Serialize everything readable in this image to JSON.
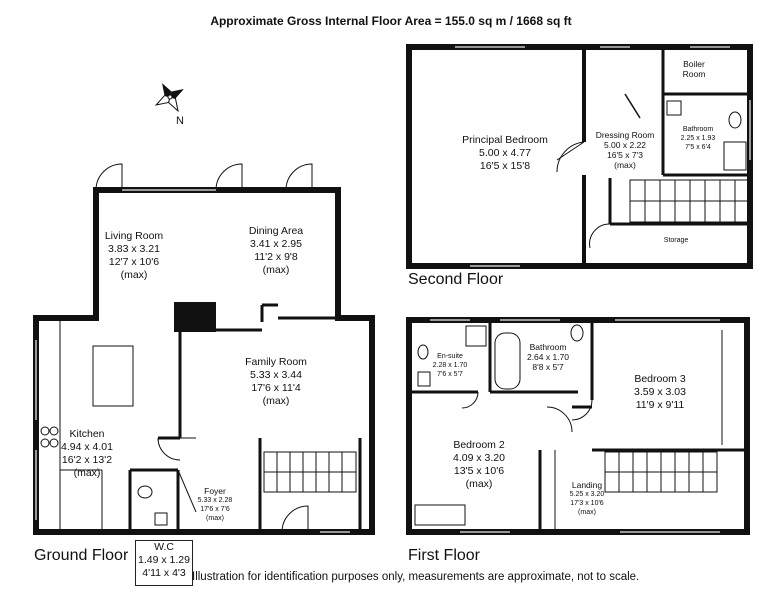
{
  "title": "Approximate Gross Internal Floor Area  = 155.0 sq m  / 1668 sq ft",
  "compass": {
    "label": "N",
    "icon": "compass-rose-icon"
  },
  "floors": {
    "ground": "Ground Floor",
    "first": "First Floor",
    "second": "Second Floor"
  },
  "rooms": {
    "living": {
      "name": "Living Room",
      "metric": "3.83 x 3.21",
      "imperial": "12'7 x 10'6",
      "note": "(max)"
    },
    "dining": {
      "name": "Dining Area",
      "metric": "3.41 x 2.95",
      "imperial": "11'2 x 9'8",
      "note": "(max)"
    },
    "family": {
      "name": "Family Room",
      "metric": "5.33 x 3.44",
      "imperial": "17'6 x 11'4",
      "note": "(max)"
    },
    "kitchen": {
      "name": "Kitchen",
      "metric": "4.94 x 4.01",
      "imperial": "16'2 x 13'2",
      "note": "(max)"
    },
    "foyer": {
      "name": "Foyer",
      "metric": "5.33 x 2.28",
      "imperial": "17'6 x 7'6",
      "note": "(max)"
    },
    "wc": {
      "name": "W.C",
      "metric": "1.49 x 1.29",
      "imperial": "4'11 x 4'3"
    },
    "principal": {
      "name": "Principal Bedroom",
      "metric": "5.00 x 4.77",
      "imperial": "16'5 x 15'8"
    },
    "dressing": {
      "name": "Dressing Room",
      "metric": "5.00 x 2.22",
      "imperial": "16'5 x 7'3",
      "note": "(max)"
    },
    "boiler": {
      "name1": "Boiler",
      "name2": "Room"
    },
    "bath2": {
      "name": "Bathroom",
      "metric": "2.25 x 1.93",
      "imperial": "7'5 x 6'4"
    },
    "storage": {
      "name": "Storage"
    },
    "ensuite": {
      "name": "En-suite",
      "metric": "2.28 x 1.70",
      "imperial": "7'6 x 5'7"
    },
    "bath1": {
      "name": "Bathroom",
      "metric": "2.64 x 1.70",
      "imperial": "8'8 x 5'7"
    },
    "bed3": {
      "name": "Bedroom 3",
      "metric": "3.59 x 3.03",
      "imperial": "11'9 x 9'11"
    },
    "bed2": {
      "name": "Bedroom 2",
      "metric": "4.09 x 3.20",
      "imperial": "13'5 x 10'6",
      "note": "(max)"
    },
    "landing": {
      "name": "Landing",
      "metric": "5.25 x 3.20",
      "imperial": "17'3 x 10'6",
      "note": "(max)"
    }
  },
  "footer": "Illustration for identification purposes only, measurements are approximate, not to scale."
}
